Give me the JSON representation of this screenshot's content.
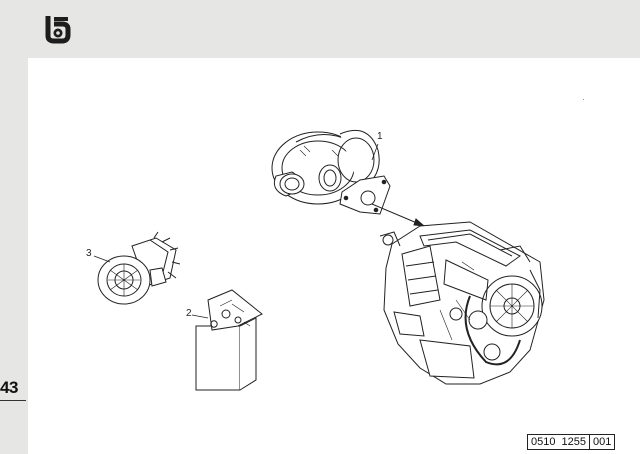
{
  "page": {
    "number": "43",
    "reference": [
      "0510",
      "1255",
      "001"
    ]
  },
  "callouts": {
    "turbocharger": "1",
    "seal_kit": "2",
    "cartridge": "3"
  },
  "icons": {
    "header": "turbocharger-badge-icon"
  },
  "colors": {
    "background": "#e6e6e4",
    "page": "#ffffff",
    "ink": "#222222"
  }
}
